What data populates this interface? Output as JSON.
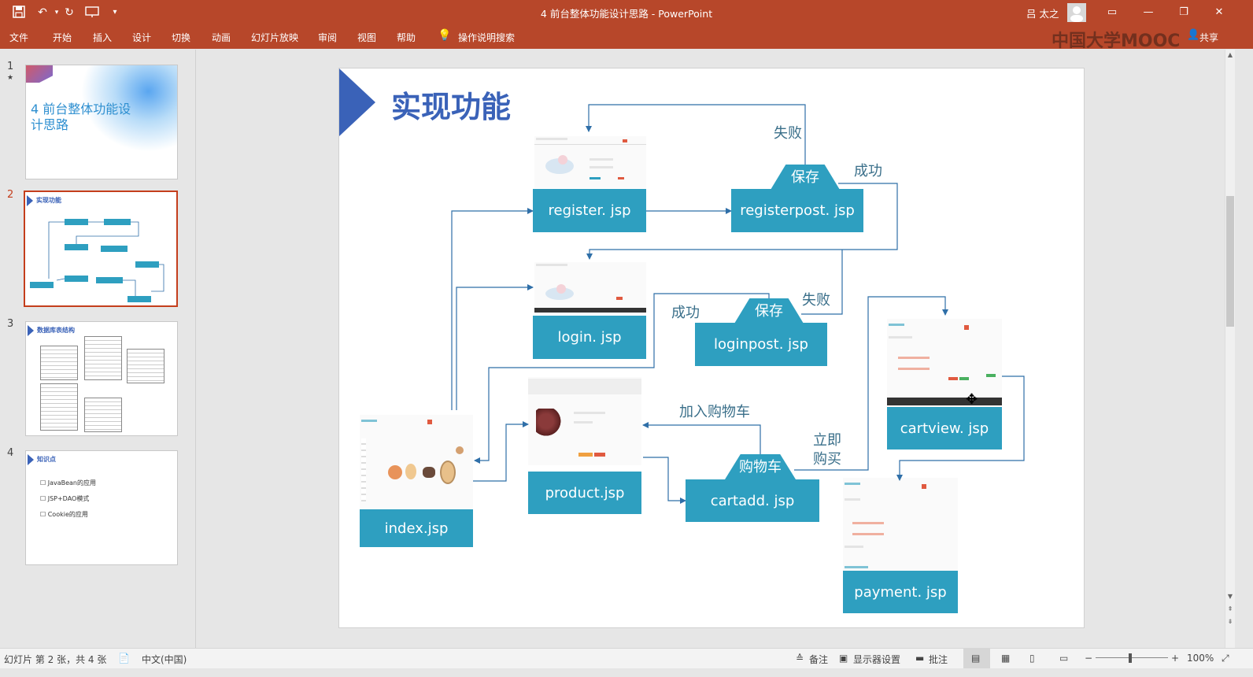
{
  "window": {
    "title": "4  前台整体功能设计思路  -  PowerPoint",
    "user": "吕 太之",
    "watermark": "中国大学MOOC",
    "share": "共享"
  },
  "ribbon": {
    "tabs": [
      "文件",
      "开始",
      "插入",
      "设计",
      "切换",
      "动画",
      "幻灯片放映",
      "审阅",
      "视图",
      "帮助"
    ],
    "tell_me": "操作说明搜索"
  },
  "thumbnails": [
    {
      "number": "1",
      "title": "4 前台整体功能设计思路"
    },
    {
      "number": "2",
      "title": "实现功能"
    },
    {
      "number": "3",
      "title": "数据库表结构"
    },
    {
      "number": "4",
      "title": "知识点",
      "bullets": [
        "JavaBean的应用",
        "JSP+DAO模式",
        "Cookie的应用"
      ]
    }
  ],
  "slide": {
    "title": "实现功能",
    "boxes": {
      "register": "register. jsp",
      "registerpost": "registerpost. jsp",
      "login": "login. jsp",
      "loginpost": "loginpost. jsp",
      "index": "index.jsp",
      "product": "product.jsp",
      "cartadd": "cartadd. jsp",
      "cartview": "cartview. jsp",
      "payment": "payment. jsp"
    },
    "decisions": {
      "save1": "保存",
      "save2": "保存",
      "cart": "购物车"
    },
    "labels": {
      "fail1": "失败",
      "success1": "成功",
      "fail2": "失败",
      "success2": "成功",
      "add_cart": "加入购物车",
      "buy_now_1": "立即",
      "buy_now_2": "购买"
    }
  },
  "status": {
    "slide_info": "幻灯片 第 2 张，共 4 张",
    "language": "中文(中国)",
    "notes": "备注",
    "display_settings": "显示器设置",
    "comments": "批注",
    "zoom": "100%"
  },
  "colors": {
    "accent": "#b7472a",
    "box": "#2e9fc0",
    "arrow": "#2f6fa8",
    "title_triangle": "#3a62b8"
  }
}
